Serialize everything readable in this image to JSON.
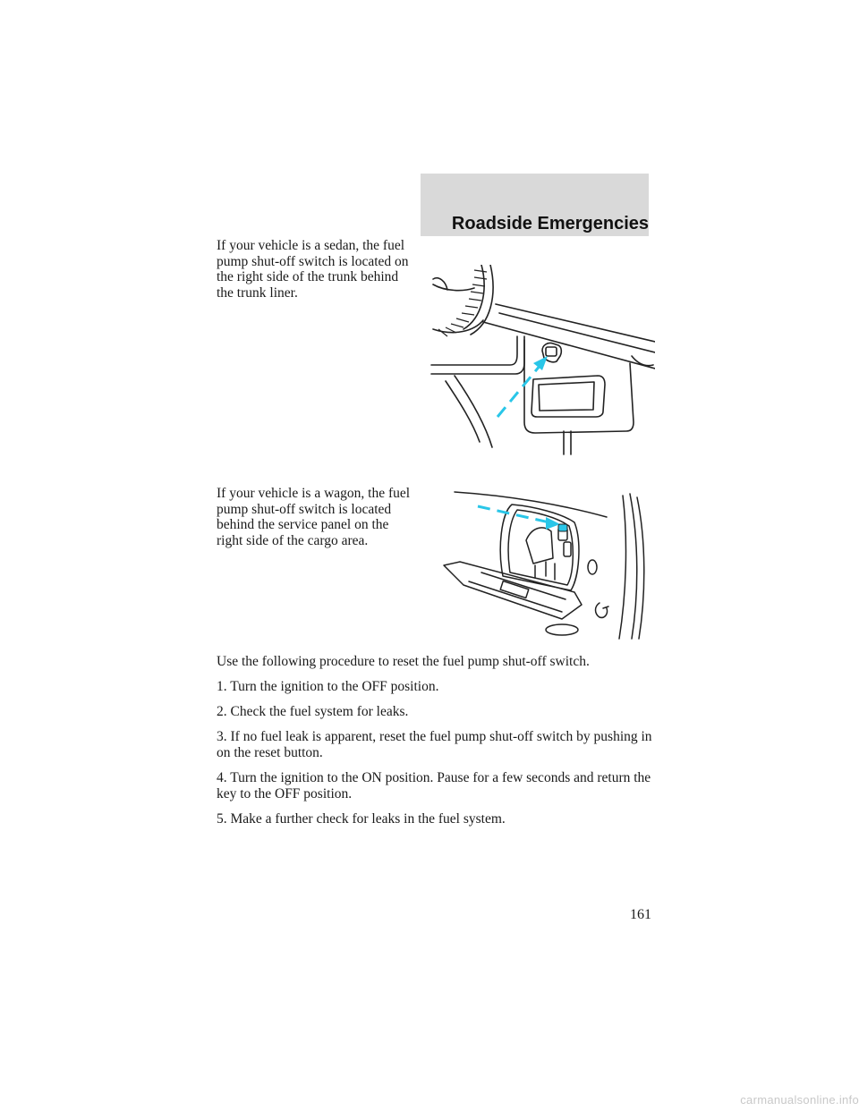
{
  "header": {
    "title": "Roadside Emergencies"
  },
  "paragraphs": {
    "sedan": "If your vehicle is a sedan, the fuel pump shut-off switch is located on the right side of the trunk behind the trunk liner.",
    "wagon": "If your vehicle is a wagon, the fuel pump shut-off switch is located behind the service panel on the right side of the cargo area.",
    "procedure_intro": "Use the following procedure to reset the fuel pump shut-off switch."
  },
  "steps": [
    "1. Turn the ignition to the OFF position.",
    "2. Check the fuel system for leaks.",
    "3. If no fuel leak is apparent, reset the fuel pump shut-off switch by pushing in on the reset button.",
    "4. Turn the ignition to the ON position. Pause for a few seconds and return the key to the OFF position.",
    "5. Make a further check for leaks in the fuel system."
  ],
  "page_number": "161",
  "watermark": "carmanualsonline.info",
  "colors": {
    "header_band": "#d9d9d9",
    "arrow": "#29c6e8",
    "text": "#1a1a1a"
  }
}
